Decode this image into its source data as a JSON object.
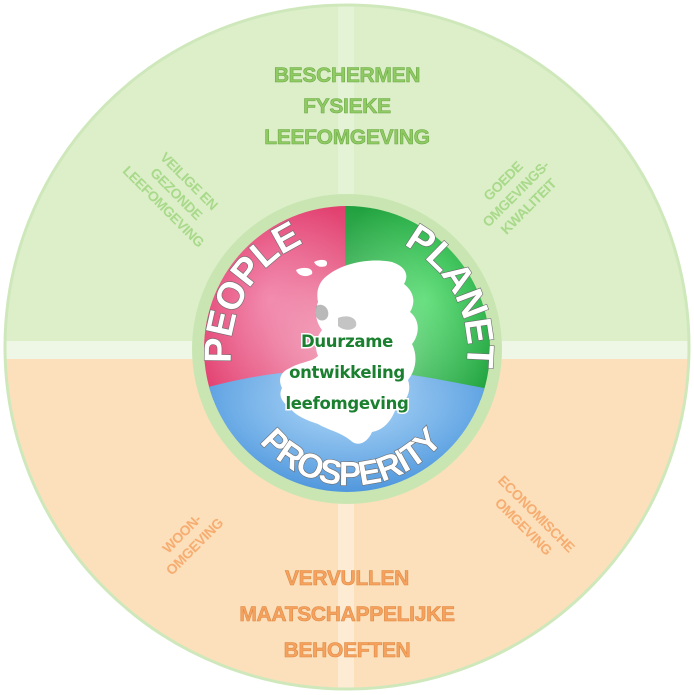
{
  "quadrants": {
    "top_title": [
      "BESCHERMEN",
      "FYSIEKE",
      "LEEFOMGEVING"
    ],
    "bottom_title": [
      "VERVULLEN",
      "MAATSCHAPPELIJKE",
      "BEHOEFTEN"
    ],
    "top_left_label": [
      "VEILIGE EN",
      "GEZONDE",
      "LEEFOMGEVING"
    ],
    "top_right_label": [
      "GOEDE",
      "OMGEVINGS-",
      "KWALITEIT"
    ],
    "bottom_left_label": [
      "WOON-",
      "OMGEVING"
    ],
    "bottom_right_label": [
      "ECONOMISCHE",
      "OMGEVING"
    ]
  },
  "pillars": {
    "people": "PEOPLE",
    "planet": "PLANET",
    "prosperity": "PROSPERITY"
  },
  "center": {
    "lines": [
      "Duurzame",
      "ontwikkeling",
      "leefomgeving"
    ]
  },
  "colors": {
    "green_quadrant": "#dcefc9",
    "orange_quadrant": "#fbe0bb",
    "separator": "#eef6e6",
    "ring": "#c9e6b2",
    "people": "#e4507f",
    "planet": "#2fcc52",
    "prosperity": "#5aa8e8",
    "center_text": "#1a7f2e"
  }
}
